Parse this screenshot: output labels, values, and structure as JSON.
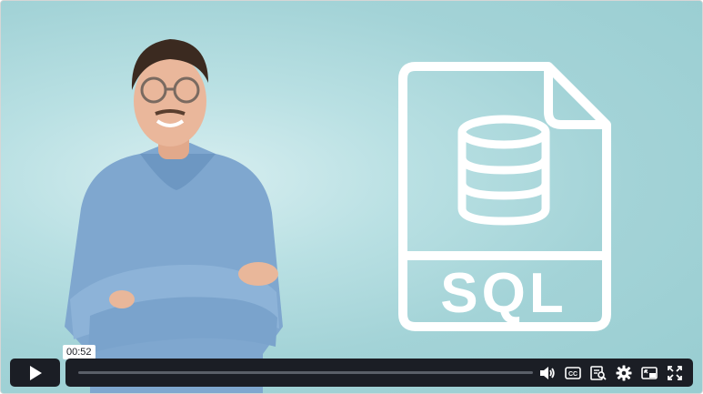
{
  "video": {
    "poster_icon": "sql-file-icon",
    "poster_text": "SQL",
    "accent": "#9ccfd3",
    "bar_color": "#1b1e25"
  },
  "controls": {
    "play_icon": "play-icon",
    "current_time": "00:52",
    "progress": 0,
    "buttons": [
      {
        "name": "volume-button",
        "icon": "volume-icon"
      },
      {
        "name": "captions-button",
        "icon": "cc-icon"
      },
      {
        "name": "transcript-button",
        "icon": "transcript-icon"
      },
      {
        "name": "settings-button",
        "icon": "gear-icon"
      },
      {
        "name": "pip-button",
        "icon": "picture-in-picture-icon"
      },
      {
        "name": "fullscreen-button",
        "icon": "fullscreen-icon"
      }
    ]
  }
}
